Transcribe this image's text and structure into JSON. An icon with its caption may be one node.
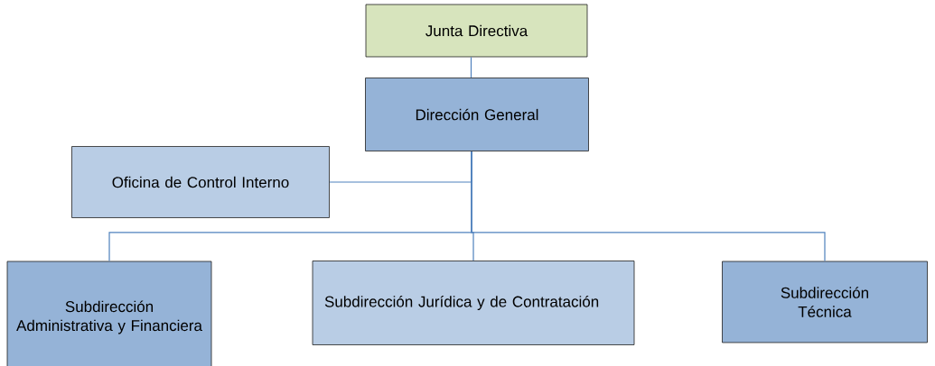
{
  "diagram": {
    "nodes": [
      {
        "text": [
          "Junta Directiva"
        ]
      },
      {
        "text": [
          "Dirección General"
        ]
      },
      {
        "text": [
          "Oficina de Control Interno"
        ]
      },
      {
        "text": [
          "Subdirección Administrativa y Financiera"
        ]
      },
      {
        "text": [
          "Subdirección Jurídica y de Contratación"
        ]
      },
      {
        "text": [
          "Subdirección Técnica"
        ]
      }
    ],
    "edges": [
      {
        "from": 0,
        "to": 1,
        "arrow": "none"
      },
      {
        "from": 1,
        "to": 2,
        "arrow": "none"
      },
      {
        "from": 1,
        "to": 3,
        "arrow": "none"
      },
      {
        "from": 1,
        "to": 4,
        "arrow": "none"
      },
      {
        "from": 1,
        "to": 5,
        "arrow": "none"
      }
    ]
  }
}
